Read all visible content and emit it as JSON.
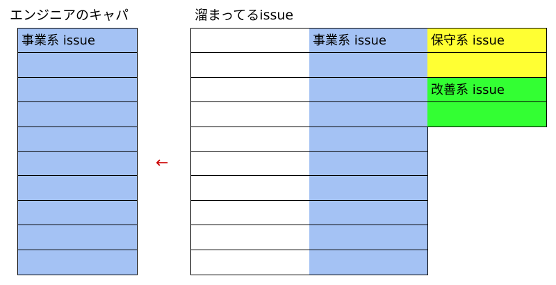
{
  "left": {
    "heading": "エンジニアのキャパ",
    "cells": [
      {
        "label": "事業系 issue",
        "color": "#a4c2f4"
      },
      {
        "label": "",
        "color": "#a4c2f4"
      },
      {
        "label": "",
        "color": "#a4c2f4"
      },
      {
        "label": "",
        "color": "#a4c2f4"
      },
      {
        "label": "",
        "color": "#a4c2f4"
      },
      {
        "label": "",
        "color": "#a4c2f4"
      },
      {
        "label": "",
        "color": "#a4c2f4"
      },
      {
        "label": "",
        "color": "#a4c2f4"
      },
      {
        "label": "",
        "color": "#a4c2f4"
      },
      {
        "label": "",
        "color": "#a4c2f4"
      }
    ]
  },
  "arrow": {
    "glyph": "←",
    "color": "#cc0000"
  },
  "right": {
    "heading": "溜まってるissue",
    "blank_column": {
      "cells": [
        {
          "label": "",
          "color": "#ffffff"
        },
        {
          "label": "",
          "color": "#ffffff"
        },
        {
          "label": "",
          "color": "#ffffff"
        },
        {
          "label": "",
          "color": "#ffffff"
        },
        {
          "label": "",
          "color": "#ffffff"
        },
        {
          "label": "",
          "color": "#ffffff"
        },
        {
          "label": "",
          "color": "#ffffff"
        },
        {
          "label": "",
          "color": "#ffffff"
        },
        {
          "label": "",
          "color": "#ffffff"
        },
        {
          "label": "",
          "color": "#ffffff"
        }
      ]
    },
    "business_column": {
      "cells": [
        {
          "label": "事業系 issue",
          "color": "#a4c2f4"
        },
        {
          "label": "",
          "color": "#a4c2f4"
        },
        {
          "label": "",
          "color": "#a4c2f4"
        },
        {
          "label": "",
          "color": "#a4c2f4"
        },
        {
          "label": "",
          "color": "#a4c2f4"
        },
        {
          "label": "",
          "color": "#a4c2f4"
        },
        {
          "label": "",
          "color": "#a4c2f4"
        },
        {
          "label": "",
          "color": "#a4c2f4"
        },
        {
          "label": "",
          "color": "#a4c2f4"
        },
        {
          "label": "",
          "color": "#a4c2f4"
        }
      ]
    },
    "maint_column": {
      "cells": [
        {
          "label": "保守系 issue",
          "color": "#ffff33"
        },
        {
          "label": "",
          "color": "#ffff33"
        },
        {
          "label": "改善系 issue",
          "color": "#33ff33"
        },
        {
          "label": "",
          "color": "#33ff33"
        }
      ]
    }
  }
}
